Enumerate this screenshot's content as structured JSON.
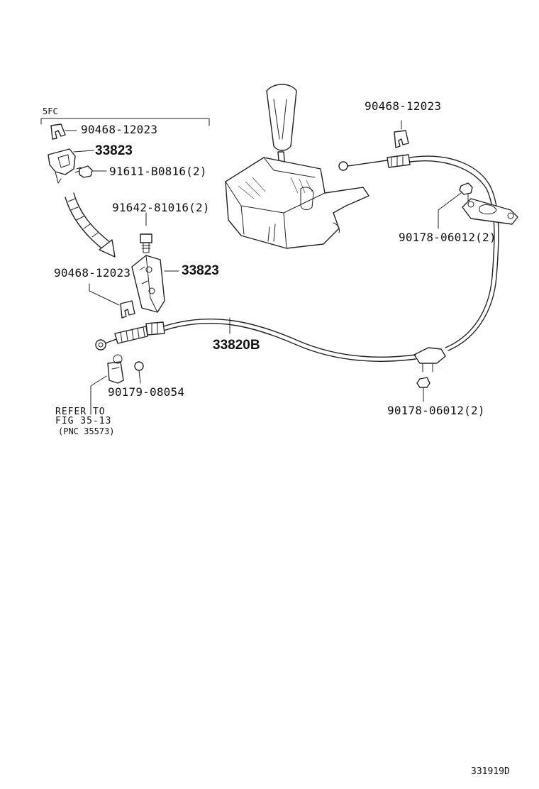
{
  "diagram": {
    "variant_label": "5FC",
    "footer_code": "331919D",
    "refer_note": {
      "line1": "REFER TO",
      "line2": "FIG 35-13",
      "line3": "(PNC 35573)"
    },
    "parts": [
      {
        "id": "clip_top_left",
        "label": "90468-12023"
      },
      {
        "id": "bracket_top_left",
        "label": "33823"
      },
      {
        "id": "bolt_top_left",
        "label": "91611-B0816(2)"
      },
      {
        "id": "bolt_mid",
        "label": "91642-81016(2)"
      },
      {
        "id": "clip_mid_left",
        "label": "90468-12023"
      },
      {
        "id": "bracket_mid",
        "label": "33823"
      },
      {
        "id": "cable",
        "label": "33820B"
      },
      {
        "id": "nut_lower_left",
        "label": "90179-08054"
      },
      {
        "id": "clip_top_right",
        "label": "90468-12023"
      },
      {
        "id": "nut_right_upper",
        "label": "90178-06012(2)"
      },
      {
        "id": "nut_right_lower",
        "label": "90178-06012(2)"
      }
    ]
  }
}
